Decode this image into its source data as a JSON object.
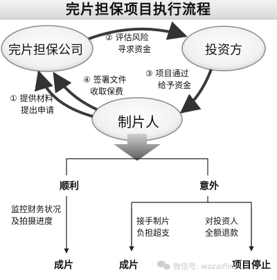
{
  "title": "完片担保项目执行流程",
  "nodes": {
    "guarantor": "完片担保公司",
    "investor": "投资方",
    "producer": "制片人"
  },
  "edges": {
    "step2": [
      "② 评估风险",
      "寻求资金"
    ],
    "step3": [
      "③ 项目通过",
      "给予资金"
    ],
    "step4": [
      "④ 签署文件",
      "收取保费"
    ],
    "step1": [
      "① 提供材料",
      "提出申请"
    ]
  },
  "branches": {
    "smooth": "顺利",
    "accident": "意外"
  },
  "actions": {
    "monitor": [
      "监控财务状况",
      "及拍摄进度"
    ],
    "takeover": [
      "接手制片",
      "负担超支"
    ],
    "refund": [
      "对投资人",
      "全额退款"
    ]
  },
  "outcomes": {
    "completed_a": "成片",
    "completed_b": "成片",
    "halted": "项目停止"
  },
  "watermark": "微信号: wozaifilm"
}
